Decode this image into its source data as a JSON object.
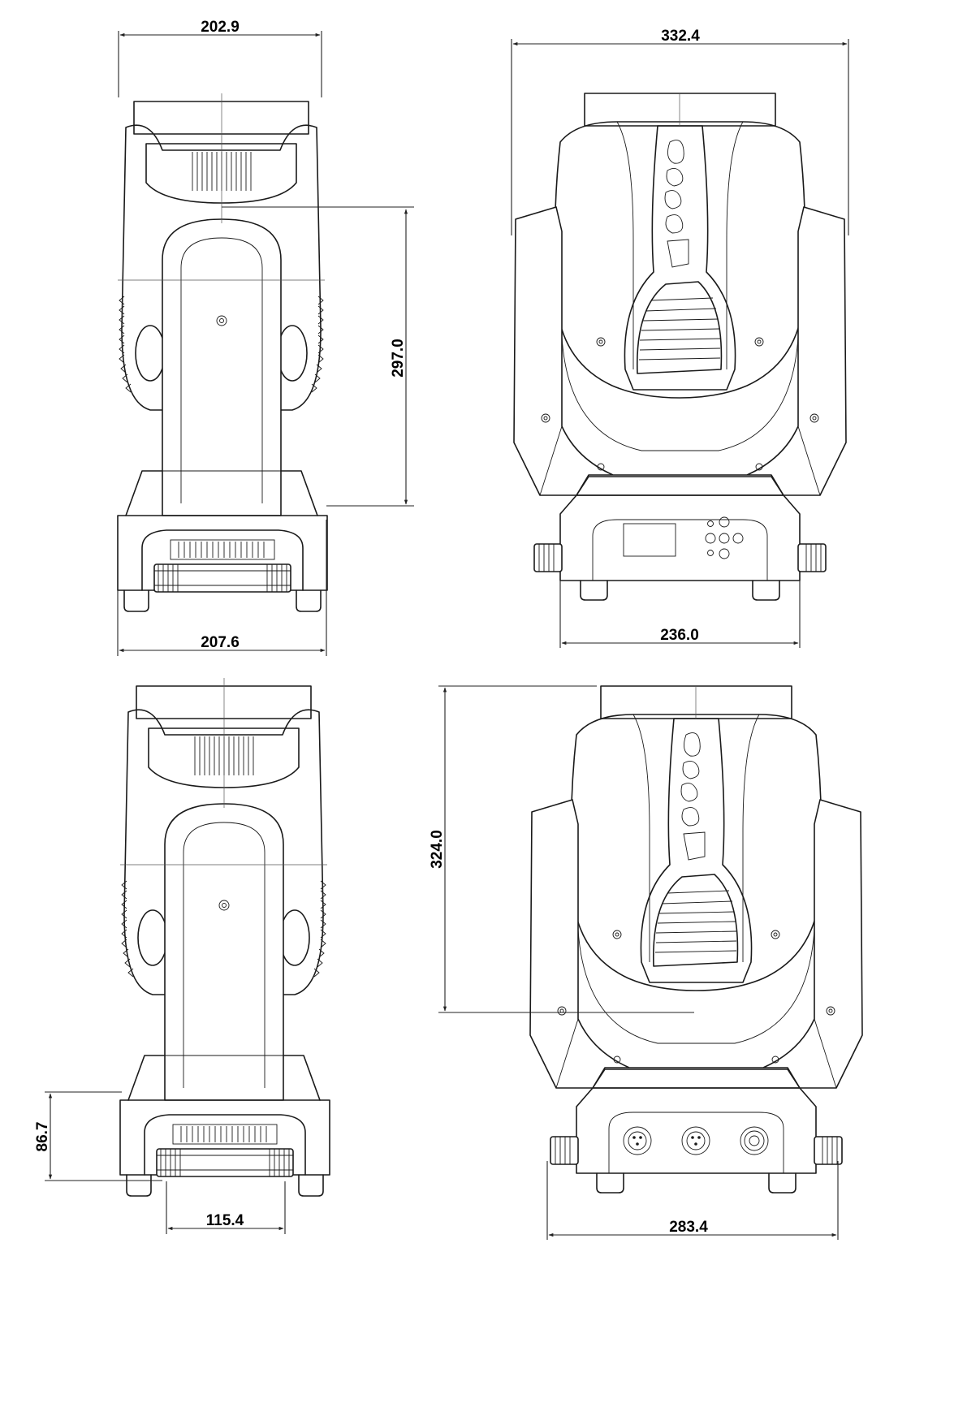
{
  "dimensions": {
    "top_left_width": "202.9",
    "top_left_base": "207.6",
    "top_left_height": "297.0",
    "top_right_width": "332.4",
    "top_right_base": "236.0",
    "bottom_left_height": "86.7",
    "bottom_left_base": "115.4",
    "bottom_right_height": "324.0",
    "bottom_right_base": "283.4"
  },
  "colors": {
    "line": "#1a1a1a",
    "background": "#ffffff"
  }
}
